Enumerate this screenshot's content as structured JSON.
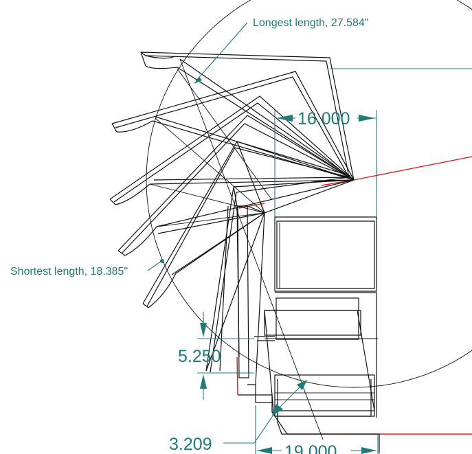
{
  "annotations": {
    "longest": "Longest length, 27.584\"",
    "shortest": "Shortest length, 18.385\""
  },
  "dimensions": {
    "top_width": "16.000",
    "side_height": "5.250",
    "bottom_offset": "3.209",
    "bottom_width": "19.000"
  },
  "colors": {
    "dimension": "#1f7a7a",
    "geometry": "#111111",
    "edge_highlight": "#d82020"
  }
}
